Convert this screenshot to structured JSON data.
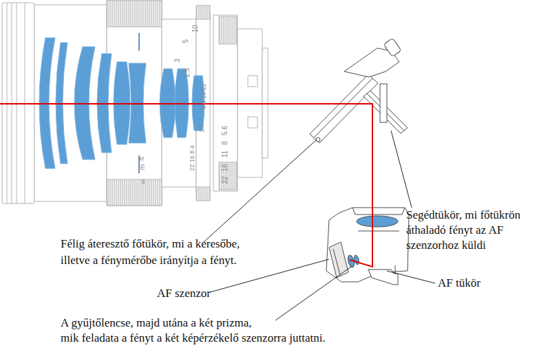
{
  "diagram": {
    "labels": [
      "Segédtükör, mi főtükrön áthaladó fényt az AF szenzorhoz küldi",
      "Félig áteresztő főtükör, mi a keresőbe, illetve a fénymérőbe irányítja a fényt.",
      "AF tükör",
      "AF szenzor",
      "A gyűjtőlencse, majd utána a két prizma, mik feladata a fényt a két képérzékelő szenzorra juttatni.",
      "ft",
      "m",
      "∞",
      "3",
      "5",
      "10",
      "1.5",
      "22 16 8 4",
      "4 8 16 22",
      "2.8",
      "5.6",
      "8",
      "11",
      "16",
      "22"
    ]
  }
}
